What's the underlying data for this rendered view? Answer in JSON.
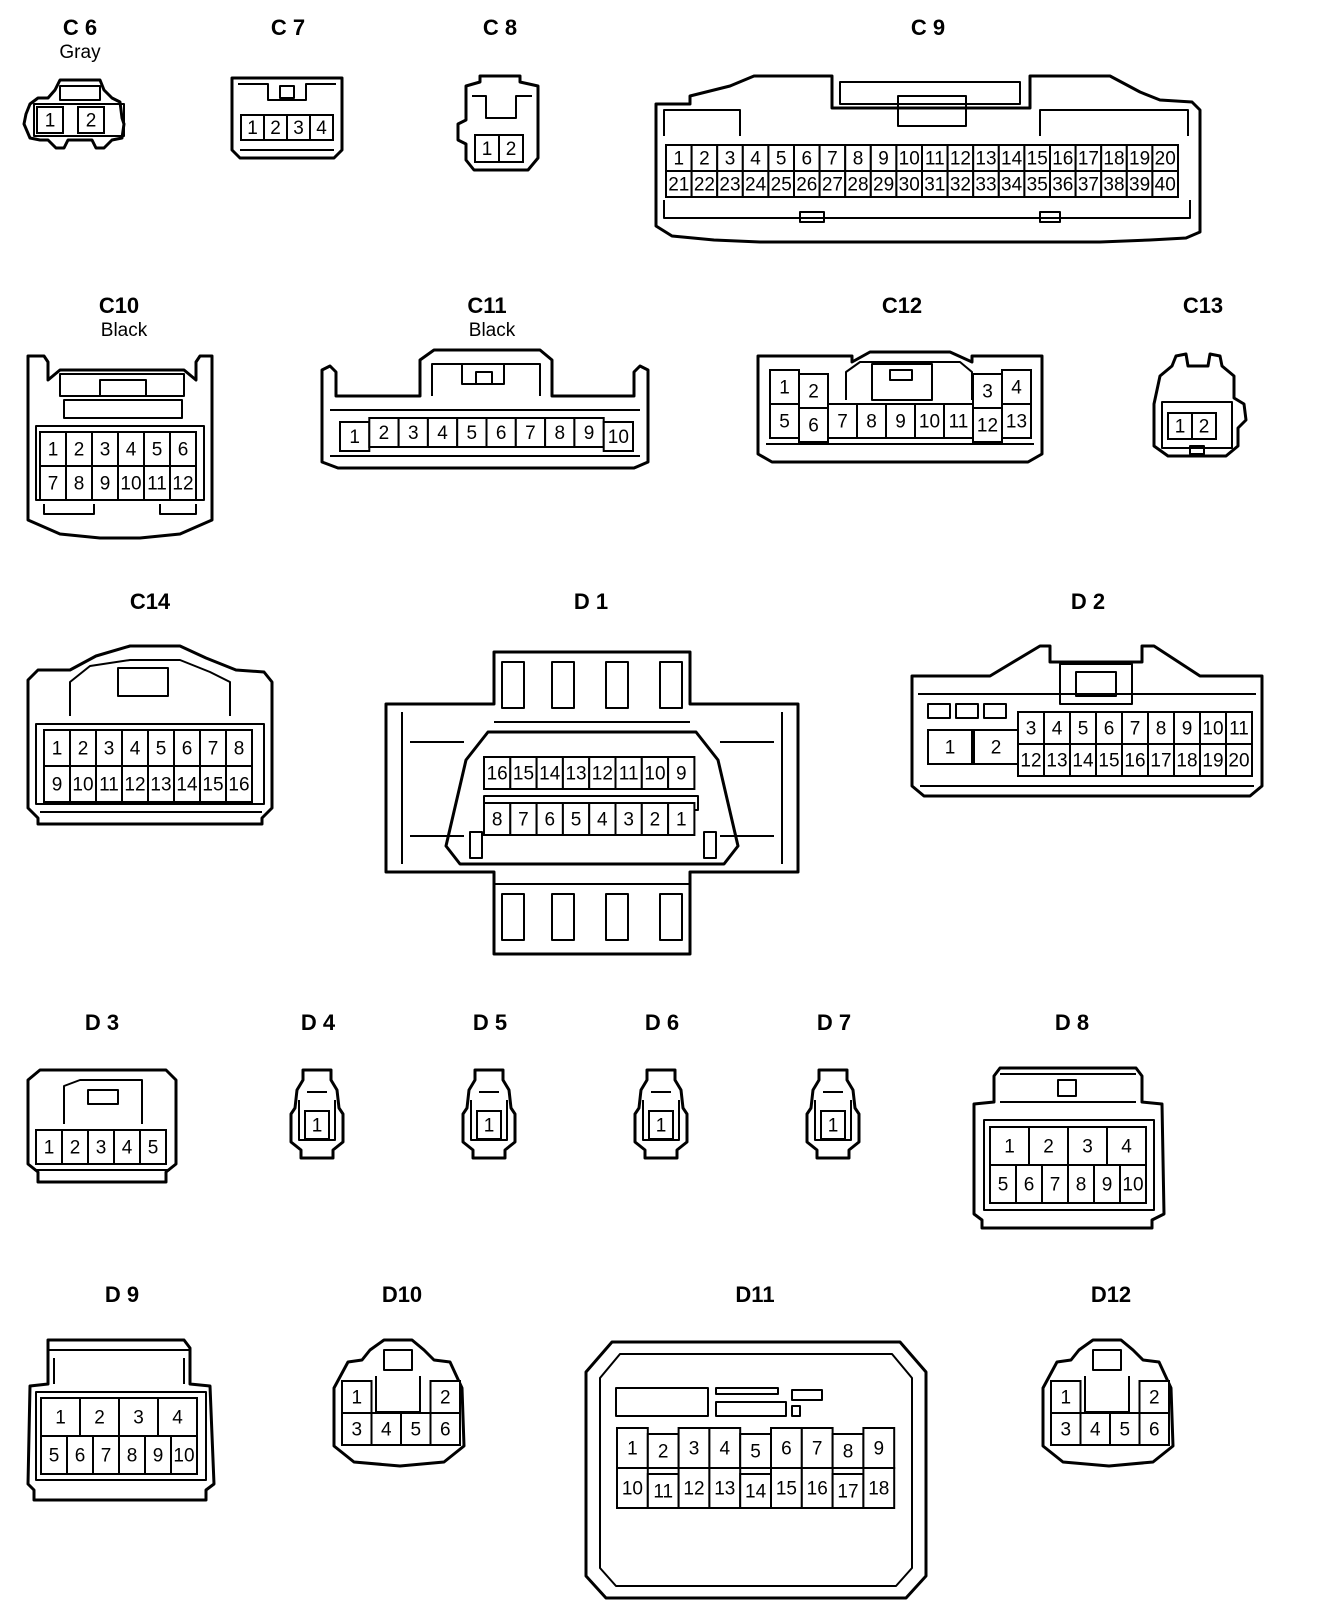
{
  "colors": {
    "line": "#000000",
    "background": "#ffffff"
  },
  "connectors": [
    {
      "id": "C6",
      "title": "C 6",
      "subtitle": "Gray",
      "rows": [
        [
          "1",
          "2"
        ]
      ]
    },
    {
      "id": "C7",
      "title": "C 7",
      "subtitle": "",
      "rows": [
        [
          "1",
          "2",
          "3",
          "4"
        ]
      ]
    },
    {
      "id": "C8",
      "title": "C 8",
      "subtitle": "",
      "rows": [
        [
          "1",
          "2"
        ]
      ]
    },
    {
      "id": "C9",
      "title": "C 9",
      "subtitle": "",
      "rows": [
        [
          "1",
          "2",
          "3",
          "4",
          "5",
          "6",
          "7",
          "8",
          "9",
          "10",
          "11",
          "12",
          "13",
          "14",
          "15",
          "16",
          "17",
          "18",
          "19",
          "20"
        ],
        [
          "21",
          "22",
          "23",
          "24",
          "25",
          "26",
          "27",
          "28",
          "29",
          "30",
          "31",
          "32",
          "33",
          "34",
          "35",
          "36",
          "37",
          "38",
          "39",
          "40"
        ]
      ]
    },
    {
      "id": "C10",
      "title": "C10",
      "subtitle": "Black",
      "rows": [
        [
          "1",
          "2",
          "3",
          "4",
          "5",
          "6"
        ],
        [
          "7",
          "8",
          "9",
          "10",
          "11",
          "12"
        ]
      ]
    },
    {
      "id": "C11",
      "title": "C11",
      "subtitle": "Black",
      "rows": [
        [
          "1",
          "2",
          "3",
          "4",
          "5",
          "6",
          "7",
          "8",
          "9",
          "10"
        ]
      ]
    },
    {
      "id": "C12",
      "title": "C12",
      "subtitle": "",
      "rows": [
        [
          "1",
          "2",
          "",
          "",
          "",
          "",
          "",
          "3",
          "4"
        ],
        [
          "5",
          "6",
          "7",
          "8",
          "9",
          "10",
          "11",
          "12",
          "13"
        ]
      ]
    },
    {
      "id": "C13",
      "title": "C13",
      "subtitle": "",
      "rows": [
        [
          "1",
          "2"
        ]
      ]
    },
    {
      "id": "C14",
      "title": "C14",
      "subtitle": "",
      "rows": [
        [
          "1",
          "2",
          "3",
          "4",
          "5",
          "6",
          "7",
          "8"
        ],
        [
          "9",
          "10",
          "11",
          "12",
          "13",
          "14",
          "15",
          "16"
        ]
      ]
    },
    {
      "id": "D1",
      "title": "D 1",
      "subtitle": "",
      "rows": [
        [
          "16",
          "15",
          "14",
          "13",
          "12",
          "11",
          "10",
          "9"
        ],
        [
          "8",
          "7",
          "6",
          "5",
          "4",
          "3",
          "2",
          "1"
        ]
      ]
    },
    {
      "id": "D2",
      "title": "D 2",
      "subtitle": "",
      "rows": [
        [
          "3",
          "4",
          "5",
          "6",
          "7",
          "8",
          "9",
          "10",
          "11"
        ],
        [
          "12",
          "13",
          "14",
          "15",
          "16",
          "17",
          "18",
          "19",
          "20"
        ]
      ],
      "large_pins": [
        "1",
        "2"
      ]
    },
    {
      "id": "D3",
      "title": "D 3",
      "subtitle": "",
      "rows": [
        [
          "1",
          "2",
          "3",
          "4",
          "5"
        ]
      ]
    },
    {
      "id": "D4",
      "title": "D 4",
      "subtitle": "",
      "rows": [
        [
          "1"
        ]
      ]
    },
    {
      "id": "D5",
      "title": "D 5",
      "subtitle": "",
      "rows": [
        [
          "1"
        ]
      ]
    },
    {
      "id": "D6",
      "title": "D 6",
      "subtitle": "",
      "rows": [
        [
          "1"
        ]
      ]
    },
    {
      "id": "D7",
      "title": "D 7",
      "subtitle": "",
      "rows": [
        [
          "1"
        ]
      ]
    },
    {
      "id": "D8",
      "title": "D 8",
      "subtitle": "",
      "rows": [
        [
          "1",
          "2",
          "3",
          "4"
        ],
        [
          "5",
          "6",
          "7",
          "8",
          "9",
          "10"
        ]
      ]
    },
    {
      "id": "D9",
      "title": "D 9",
      "subtitle": "",
      "rows": [
        [
          "1",
          "2",
          "3",
          "4"
        ],
        [
          "5",
          "6",
          "7",
          "8",
          "9",
          "10"
        ]
      ]
    },
    {
      "id": "D10",
      "title": "D10",
      "subtitle": "",
      "rows": [
        [
          "1",
          "",
          "",
          "2"
        ],
        [
          "3",
          "4",
          "5",
          "6"
        ]
      ]
    },
    {
      "id": "D11",
      "title": "D11",
      "subtitle": "",
      "rows": [
        [
          "1",
          "2",
          "3",
          "4",
          "5",
          "6",
          "7",
          "8",
          "9"
        ],
        [
          "10",
          "11",
          "12",
          "13",
          "14",
          "15",
          "16",
          "17",
          "18"
        ]
      ]
    },
    {
      "id": "D12",
      "title": "D12",
      "subtitle": "",
      "rows": [
        [
          "1",
          "",
          "",
          "2"
        ],
        [
          "3",
          "4",
          "5",
          "6"
        ]
      ]
    }
  ]
}
